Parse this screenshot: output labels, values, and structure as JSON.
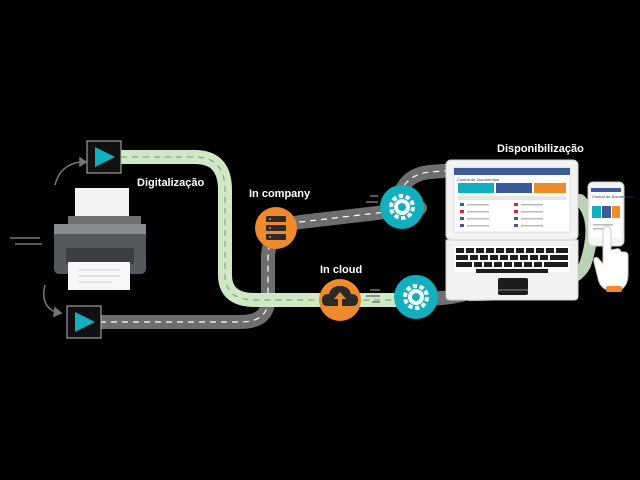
{
  "labels": {
    "digitalizacao": "Digitalização",
    "in_company": "In company",
    "in_cloud": "In cloud",
    "disponibilizacao": "Disponibilização"
  },
  "laptop_screen": {
    "app_title": "Control de Documentos"
  },
  "phone_screen": {
    "app_title": "Control de Documentos"
  },
  "colors": {
    "background": "#000000",
    "road": "#6e6e6e",
    "road_highlight": "#cfe8c6",
    "accent_teal": "#12b0bf",
    "accent_orange": "#ef8a2d",
    "dash": "#ffffff"
  },
  "icons": {
    "play_top": "play-icon",
    "play_bottom": "play-icon",
    "server": "server-icon",
    "cloud": "cloud-upload-icon",
    "gear_top": "gear-icon",
    "gear_bottom": "gear-icon",
    "printer": "printer-icon",
    "laptop": "laptop-icon",
    "phone": "smartphone-icon",
    "hand": "hand-pointer-icon"
  }
}
